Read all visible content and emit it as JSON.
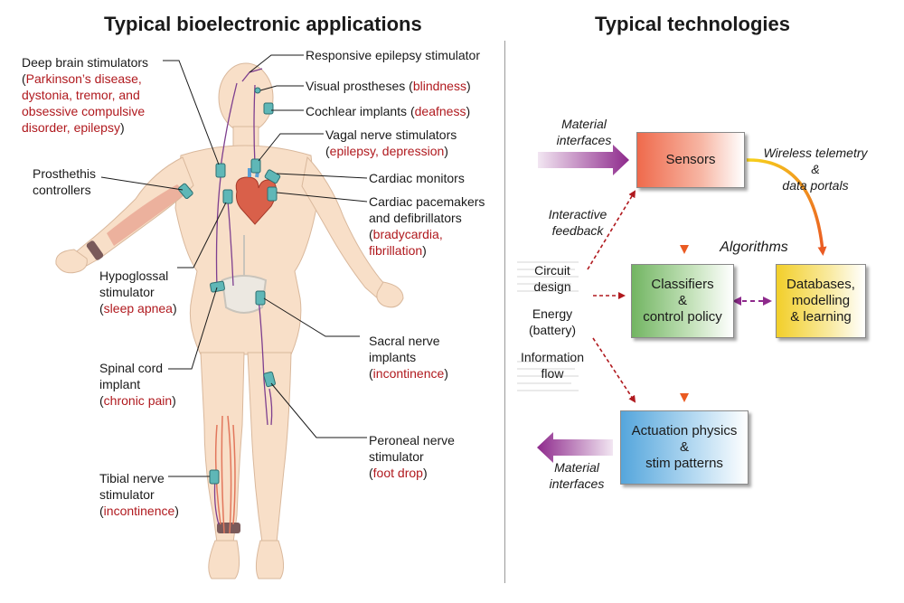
{
  "titles": {
    "left": "Typical bioelectronic applications",
    "right": "Typical technologies"
  },
  "applications": {
    "deep_brain": {
      "name": "Deep brain stimulators",
      "cond_lines": [
        "Parkinson’s disease,",
        "dystonia, tremor, and",
        "obsessive compulsive",
        "disorder, epilepsy"
      ]
    },
    "responsive_epilepsy": {
      "name": "Responsive epilepsy stimulator"
    },
    "visual": {
      "name": "Visual prostheses",
      "cond": "blindness"
    },
    "cochlear": {
      "name": "Cochlear implants",
      "cond": "deafness"
    },
    "vagal": {
      "name": "Vagal nerve stimulators",
      "cond": "epilepsy, depression"
    },
    "prosthesis": {
      "lines": [
        "Prosthethis",
        "controllers"
      ]
    },
    "cardiac_monitors": {
      "name": "Cardiac monitors"
    },
    "pacemakers": {
      "lines": [
        "Cardiac pacemakers",
        "and defibrillators"
      ],
      "cond_lines": [
        "bradycardia,",
        "fibrillation"
      ]
    },
    "hypoglossal": {
      "lines": [
        "Hypoglossal",
        "stimulator"
      ],
      "cond": "sleep apnea"
    },
    "sacral": {
      "lines": [
        "Sacral nerve",
        "implants"
      ],
      "cond": "incontinence"
    },
    "spinal": {
      "lines": [
        "Spinal cord",
        "implant"
      ],
      "cond": "chronic pain"
    },
    "peroneal": {
      "lines": [
        "Peroneal nerve",
        "stimulator"
      ],
      "cond": "foot drop"
    },
    "tibial": {
      "lines": [
        "Tibial nerve",
        "stimulator"
      ],
      "cond": "incontinence"
    }
  },
  "technologies": {
    "boxes": {
      "sensors": "Sensors",
      "classifiers": [
        "Classifiers",
        "&",
        "control policy"
      ],
      "databases": [
        "Databases,",
        "modelling",
        "& learning"
      ],
      "actuation": [
        "Actuation physics",
        "&",
        "stim patterns"
      ]
    },
    "labels": {
      "material_in": [
        "Material",
        "interfaces"
      ],
      "material_out": [
        "Material",
        "interfaces"
      ],
      "wireless": [
        "Wireless telemetry",
        "&",
        "data portals"
      ],
      "algorithms": "Algorithms",
      "interactive": [
        "Interactive",
        "feedback"
      ],
      "circuit": [
        "Circuit",
        "design"
      ],
      "energy": [
        "Energy",
        "(battery)"
      ],
      "information": [
        "Information",
        "flow"
      ]
    }
  },
  "colors": {
    "condition_red": "#b0191e",
    "sensors_box": "#ef6a4c",
    "classifiers_box": "#72b562",
    "databases_box": "#f2cf2a",
    "actuation_box": "#55a6dc",
    "arrow_purple": "#8e2a8c",
    "arrow_orange": "#f07a22",
    "dashed_red": "#b0191e",
    "skin": "#f8dfc8",
    "device_teal": "#5fb7b7"
  }
}
